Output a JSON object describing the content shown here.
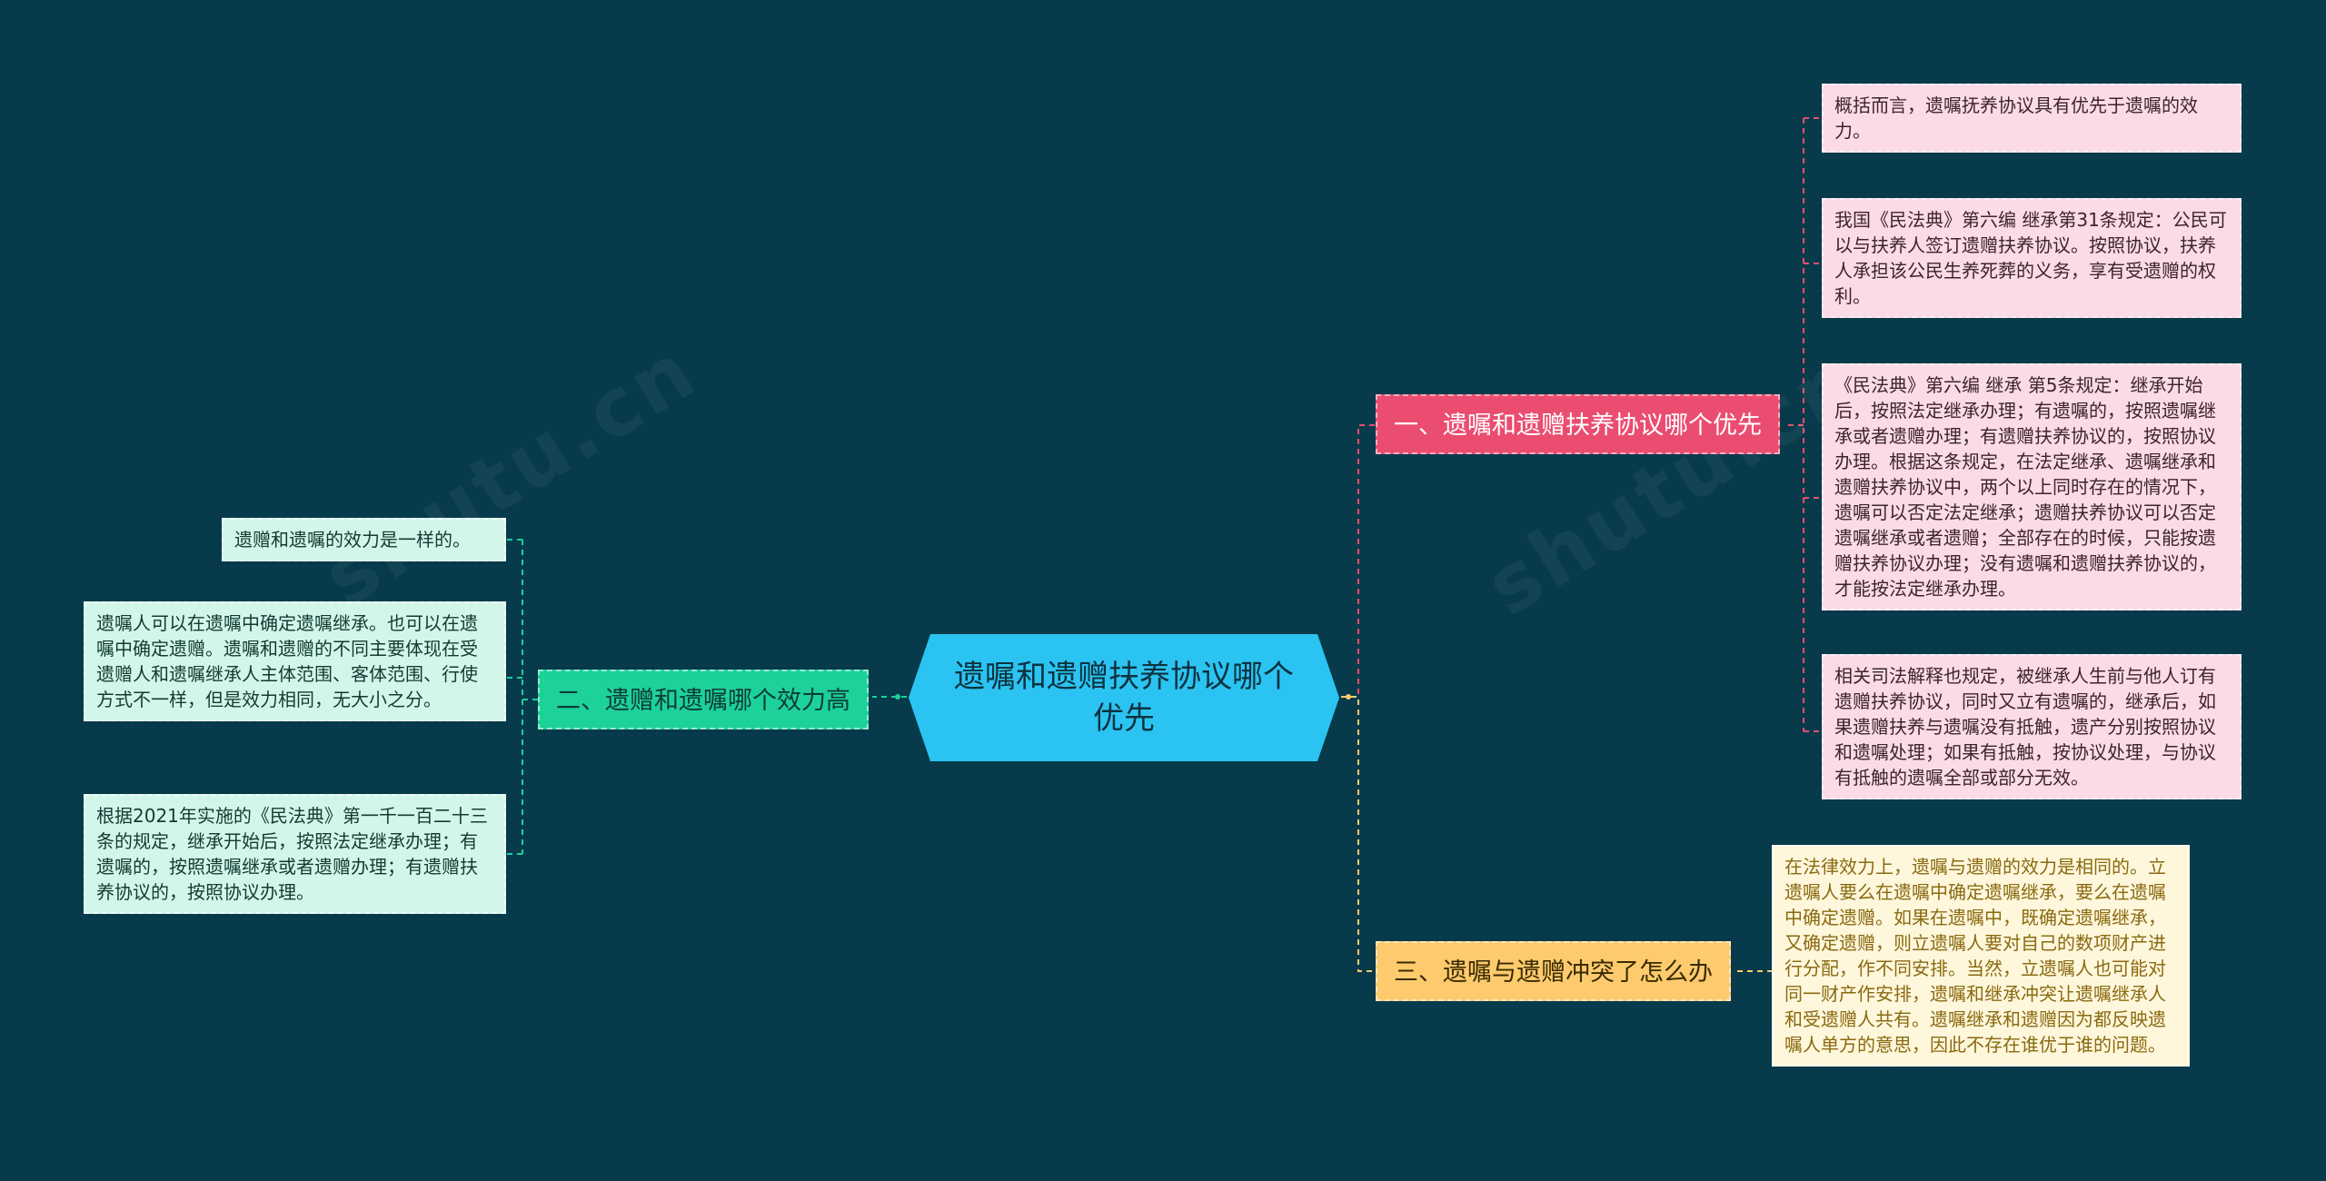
{
  "root": {
    "title": "遗嘱和遗赠扶养协议哪个优先"
  },
  "branches": [
    {
      "id": "b1",
      "label": "一、遗嘱和遗赠扶养协议哪个优先",
      "color": "#ea4d70"
    },
    {
      "id": "b2",
      "label": "二、遗赠和遗嘱哪个效力高",
      "color": "#1dd19b"
    },
    {
      "id": "b3",
      "label": "三、遗嘱与遗赠冲突了怎么办",
      "color": "#fdcb6e"
    }
  ],
  "leaves": {
    "b1": [
      "概括而言，遗嘱抚养协议具有优先于遗嘱的效力。",
      "我国《民法典》第六编 继承第31条规定：公民可以与扶养人签订遗赠扶养协议。按照协议，扶养人承担该公民生养死葬的义务，享有受遗赠的权利。",
      "《民法典》第六编 继承 第5条规定：继承开始后，按照法定继承办理；有遗嘱的，按照遗嘱继承或者遗赠办理；有遗赠扶养协议的，按照协议办理。根据这条规定，在法定继承、遗嘱继承和遗赠扶养协议中，两个以上同时存在的情况下，遗嘱可以否定法定继承；遗赠扶养协议可以否定遗嘱继承或者遗赠；全部存在的时候，只能按遗赠扶养协议办理；没有遗嘱和遗赠扶养协议的，才能按法定继承办理。",
      "相关司法解释也规定，被继承人生前与他人订有遗赠扶养协议，同时又立有遗嘱的，继承后，如果遗赠扶养与遗嘱没有抵触，遗产分别按照协议和遗嘱处理；如果有抵触，按协议处理，与协议有抵触的遗嘱全部或部分无效。"
    ],
    "b2": [
      "遗赠和遗嘱的效力是一样的。",
      "遗嘱人可以在遗嘱中确定遗嘱继承。也可以在遗嘱中确定遗赠。遗嘱和遗赠的不同主要体现在受遗赠人和遗嘱继承人主体范围、客体范围、行使方式不一样，但是效力相同，无大小之分。",
      "根据2021年实施的《民法典》第一千一百二十三条的规定，继承开始后，按照法定继承办理；有遗嘱的，按照遗嘱继承或者遗赠办理；有遗赠扶养协议的，按照协议办理。"
    ],
    "b3": [
      "在法律效力上，遗嘱与遗赠的效力是相同的。立遗嘱人要么在遗嘱中确定遗嘱继承，要么在遗嘱中确定遗赠。如果在遗嘱中，既确定遗嘱继承，又确定遗赠，则立遗嘱人要对自己的数项财产进行分配，作不同安排。当然，立遗嘱人也可能对同一财产作安排，遗嘱和继承冲突让遗嘱继承人和受遗赠人共有。遗嘱继承和遗赠因为都反映遗嘱人单方的意思，因此不存在谁优于谁的问题。"
    ]
  },
  "colors": {
    "background": "#073a4b",
    "root": "#2bc4f2",
    "link_b1": "#ea4d70",
    "link_b2": "#1dd19b",
    "link_b3": "#fdcb6e"
  }
}
